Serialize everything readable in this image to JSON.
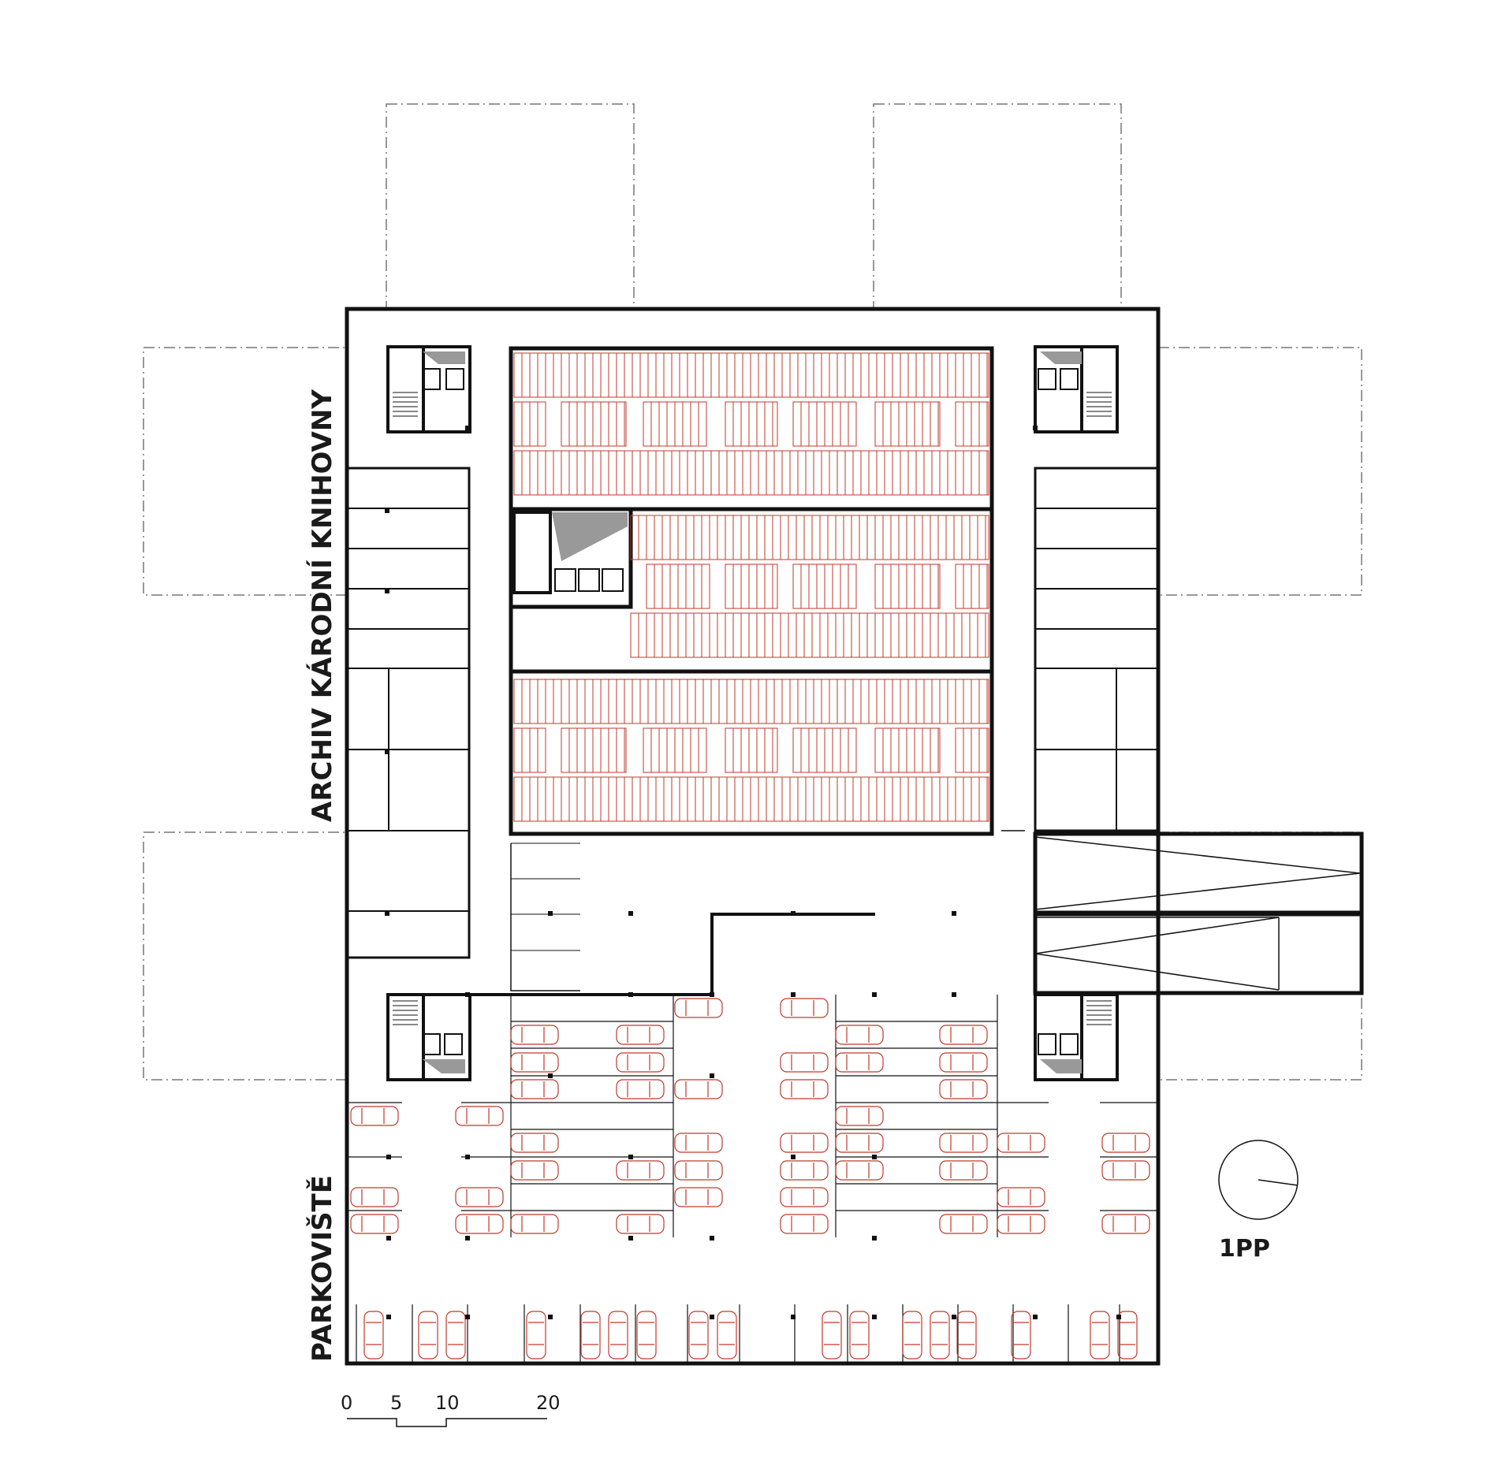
{
  "labels": {
    "archive": "ARCHIV KÁRODNÍ KNIHOVNY",
    "parking": "PARKOVIŠTĚ",
    "floor": "1PP"
  },
  "scale_bar": {
    "ticks": [
      "0",
      "5",
      "10",
      "20"
    ]
  },
  "colors": {
    "line": "#111111",
    "shelving": "#c0392b",
    "outline_dash": "#777777",
    "background": "#ffffff"
  },
  "icons": {
    "north_arrow": "compass-circle-icon",
    "car": "car-icon"
  }
}
